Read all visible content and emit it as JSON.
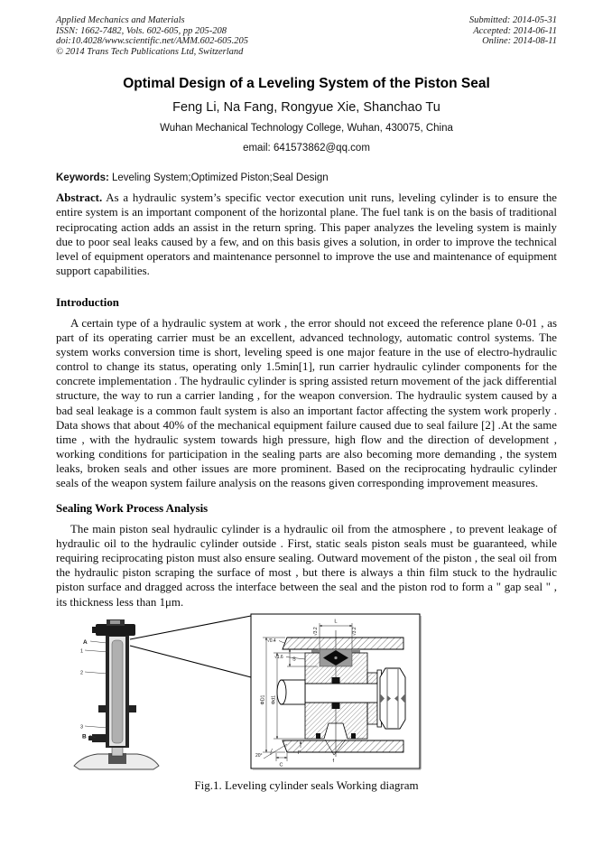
{
  "header": {
    "left": [
      "Applied Mechanics and Materials",
      "ISSN: 1662-7482, Vols. 602-605, pp 205-208",
      "doi:10.4028/www.scientific.net/AMM.602-605.205",
      "© 2014 Trans Tech Publications Ltd, Switzerland"
    ],
    "right": [
      "Submitted: 2014-05-31",
      "Accepted: 2014-06-11",
      "Online: 2014-08-11"
    ]
  },
  "title": "Optimal Design of a Leveling System of the Piston Seal",
  "authors": "Feng Li, Na Fang, Rongyue Xie, Shanchao Tu",
  "affiliation": "Wuhan Mechanical Technology College, Wuhan, 430075, China",
  "email": "email: 641573862@qq.com",
  "keywords": {
    "label": "Keywords:",
    "text": "Leveling System;Optimized Piston;Seal Design"
  },
  "abstract": {
    "label": "Abstract.",
    "text": "As a hydraulic system’s specific vector execution unit runs, leveling cylinder is to ensure the entire system is an important component of the horizontal plane. The fuel tank is on the basis of traditional reciprocating action adds an assist in the return spring. This paper analyzes the leveling system is mainly due to poor seal leaks caused by a few, and on this basis gives a solution, in order to improve the technical level of equipment operators and maintenance personnel to improve the use and maintenance of equipment support capabilities."
  },
  "sections": [
    {
      "heading": "Introduction",
      "paragraph": "A certain type of a hydraulic system at work , the error should not exceed the reference plane 0-01 , as part of its operating carrier must be an excellent, advanced technology, automatic control systems. The system works conversion time is short, leveling speed is one major feature in the use of electro-hydraulic control to change its status, operating only 1.5min[1], run carrier hydraulic cylinder components for the concrete implementation . The hydraulic cylinder is spring assisted return movement of the jack differential structure, the way to run a carrier landing , for the weapon conversion. The hydraulic system caused by a bad seal leakage is a common fault system is also an important factor affecting the system work properly . Data shows that about 40% of the mechanical equipment failure caused due to seal failure [2] .At the same time , with the hydraulic system towards high pressure, high flow and the direction of development , working conditions for participation in the sealing parts are also becoming more demanding , the system leaks, broken seals and other issues are more prominent. Based on the reciprocating hydraulic cylinder seals of the weapon system failure analysis on the reasons given corresponding improvement measures."
    },
    {
      "heading": "Sealing Work Process Analysis",
      "paragraph": "The main piston seal hydraulic cylinder is a hydraulic oil from the atmosphere , to prevent leakage of hydraulic oil to the hydraulic cylinder outside . First, static seals piston seals must be guaranteed, while requiring reciprocating piston must also ensure sealing. Outward movement of the piston , the seal oil from the hydraulic piston scraping the surface of most , but there is always a thin film stuck to the hydraulic piston surface and dragged across the interface between the seal and the piston rod to form a \" gap seal \" , its thickness less than 1μm."
    }
  ],
  "figure": {
    "caption": "Fig.1. Leveling cylinder seals Working diagram",
    "jack_labels": {
      "A": "A",
      "n1": "1",
      "n2": "2",
      "n3": "3",
      "B": "B"
    },
    "dims": {
      "L": "L",
      "r32a": "√3.2",
      "r32b": "√3.2",
      "r04": "√0.4",
      "r16": "√1.6",
      "S": "S",
      "D1": "ΦD1",
      "d1": "Φd1",
      "angle": "20°",
      "F": "F",
      "C": "C",
      "f": "f"
    }
  }
}
